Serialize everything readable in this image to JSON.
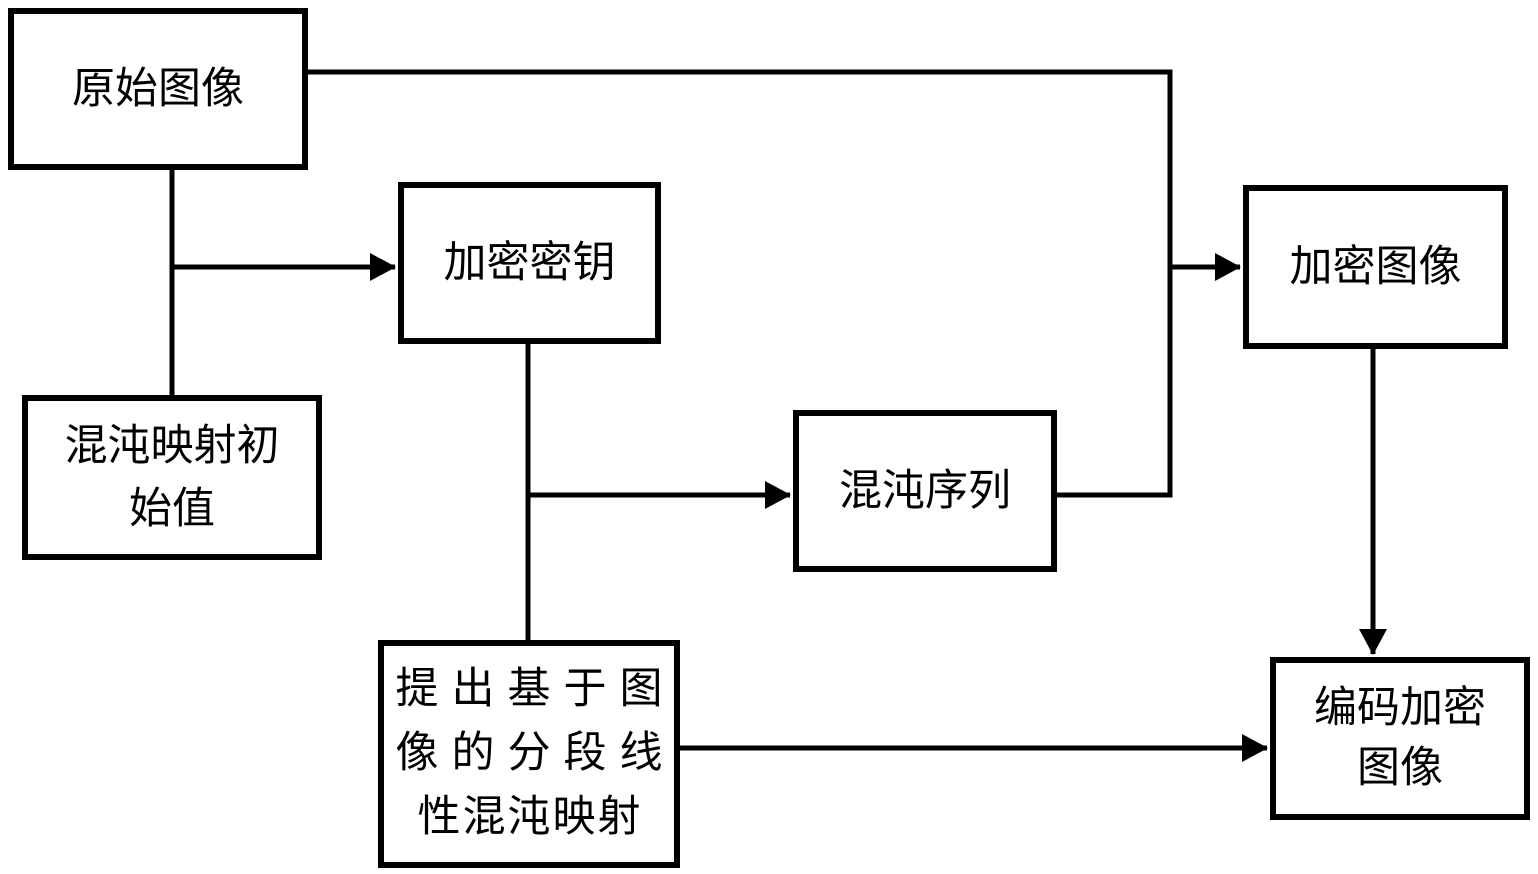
{
  "diagram": {
    "type": "flowchart",
    "background_color": "#ffffff",
    "line_color": "#000000",
    "text_color": "#000000",
    "nodes": [
      {
        "id": "original-image",
        "label": "原始图像"
      },
      {
        "id": "encryption-key",
        "label": "加密密钥"
      },
      {
        "id": "chaos-map-initial-value",
        "label": "混沌映射初始值",
        "lines": [
          "混沌映射初",
          "始值"
        ]
      },
      {
        "id": "chaos-sequence",
        "label": "混沌序列"
      },
      {
        "id": "encrypted-image",
        "label": "加密图像"
      },
      {
        "id": "piecewise-linear-chaos-map",
        "label": "提出基于图像的分段线性混沌映射",
        "lines": [
          "提出基于图",
          "像的分段线",
          "性混沌映射"
        ]
      },
      {
        "id": "encoded-encrypted-image",
        "label": "编码加密图像",
        "lines": [
          "编码加密",
          "图像"
        ]
      }
    ],
    "edges": [
      {
        "from": "original-image",
        "to": "encryption-key",
        "arrow": true
      },
      {
        "from": "original-image",
        "to": "chaos-map-initial-value",
        "arrow": false
      },
      {
        "from": "original-image",
        "to": "encrypted-image",
        "arrow": true
      },
      {
        "from": "encryption-key",
        "to": "chaos-sequence",
        "arrow": true
      },
      {
        "from": "encryption-key",
        "to": "piecewise-linear-chaos-map",
        "arrow": false
      },
      {
        "from": "chaos-sequence",
        "to": "encrypted-image",
        "arrow": true
      },
      {
        "from": "encrypted-image",
        "to": "encoded-encrypted-image",
        "arrow": true
      },
      {
        "from": "piecewise-linear-chaos-map",
        "to": "encoded-encrypted-image",
        "arrow": true
      }
    ]
  }
}
